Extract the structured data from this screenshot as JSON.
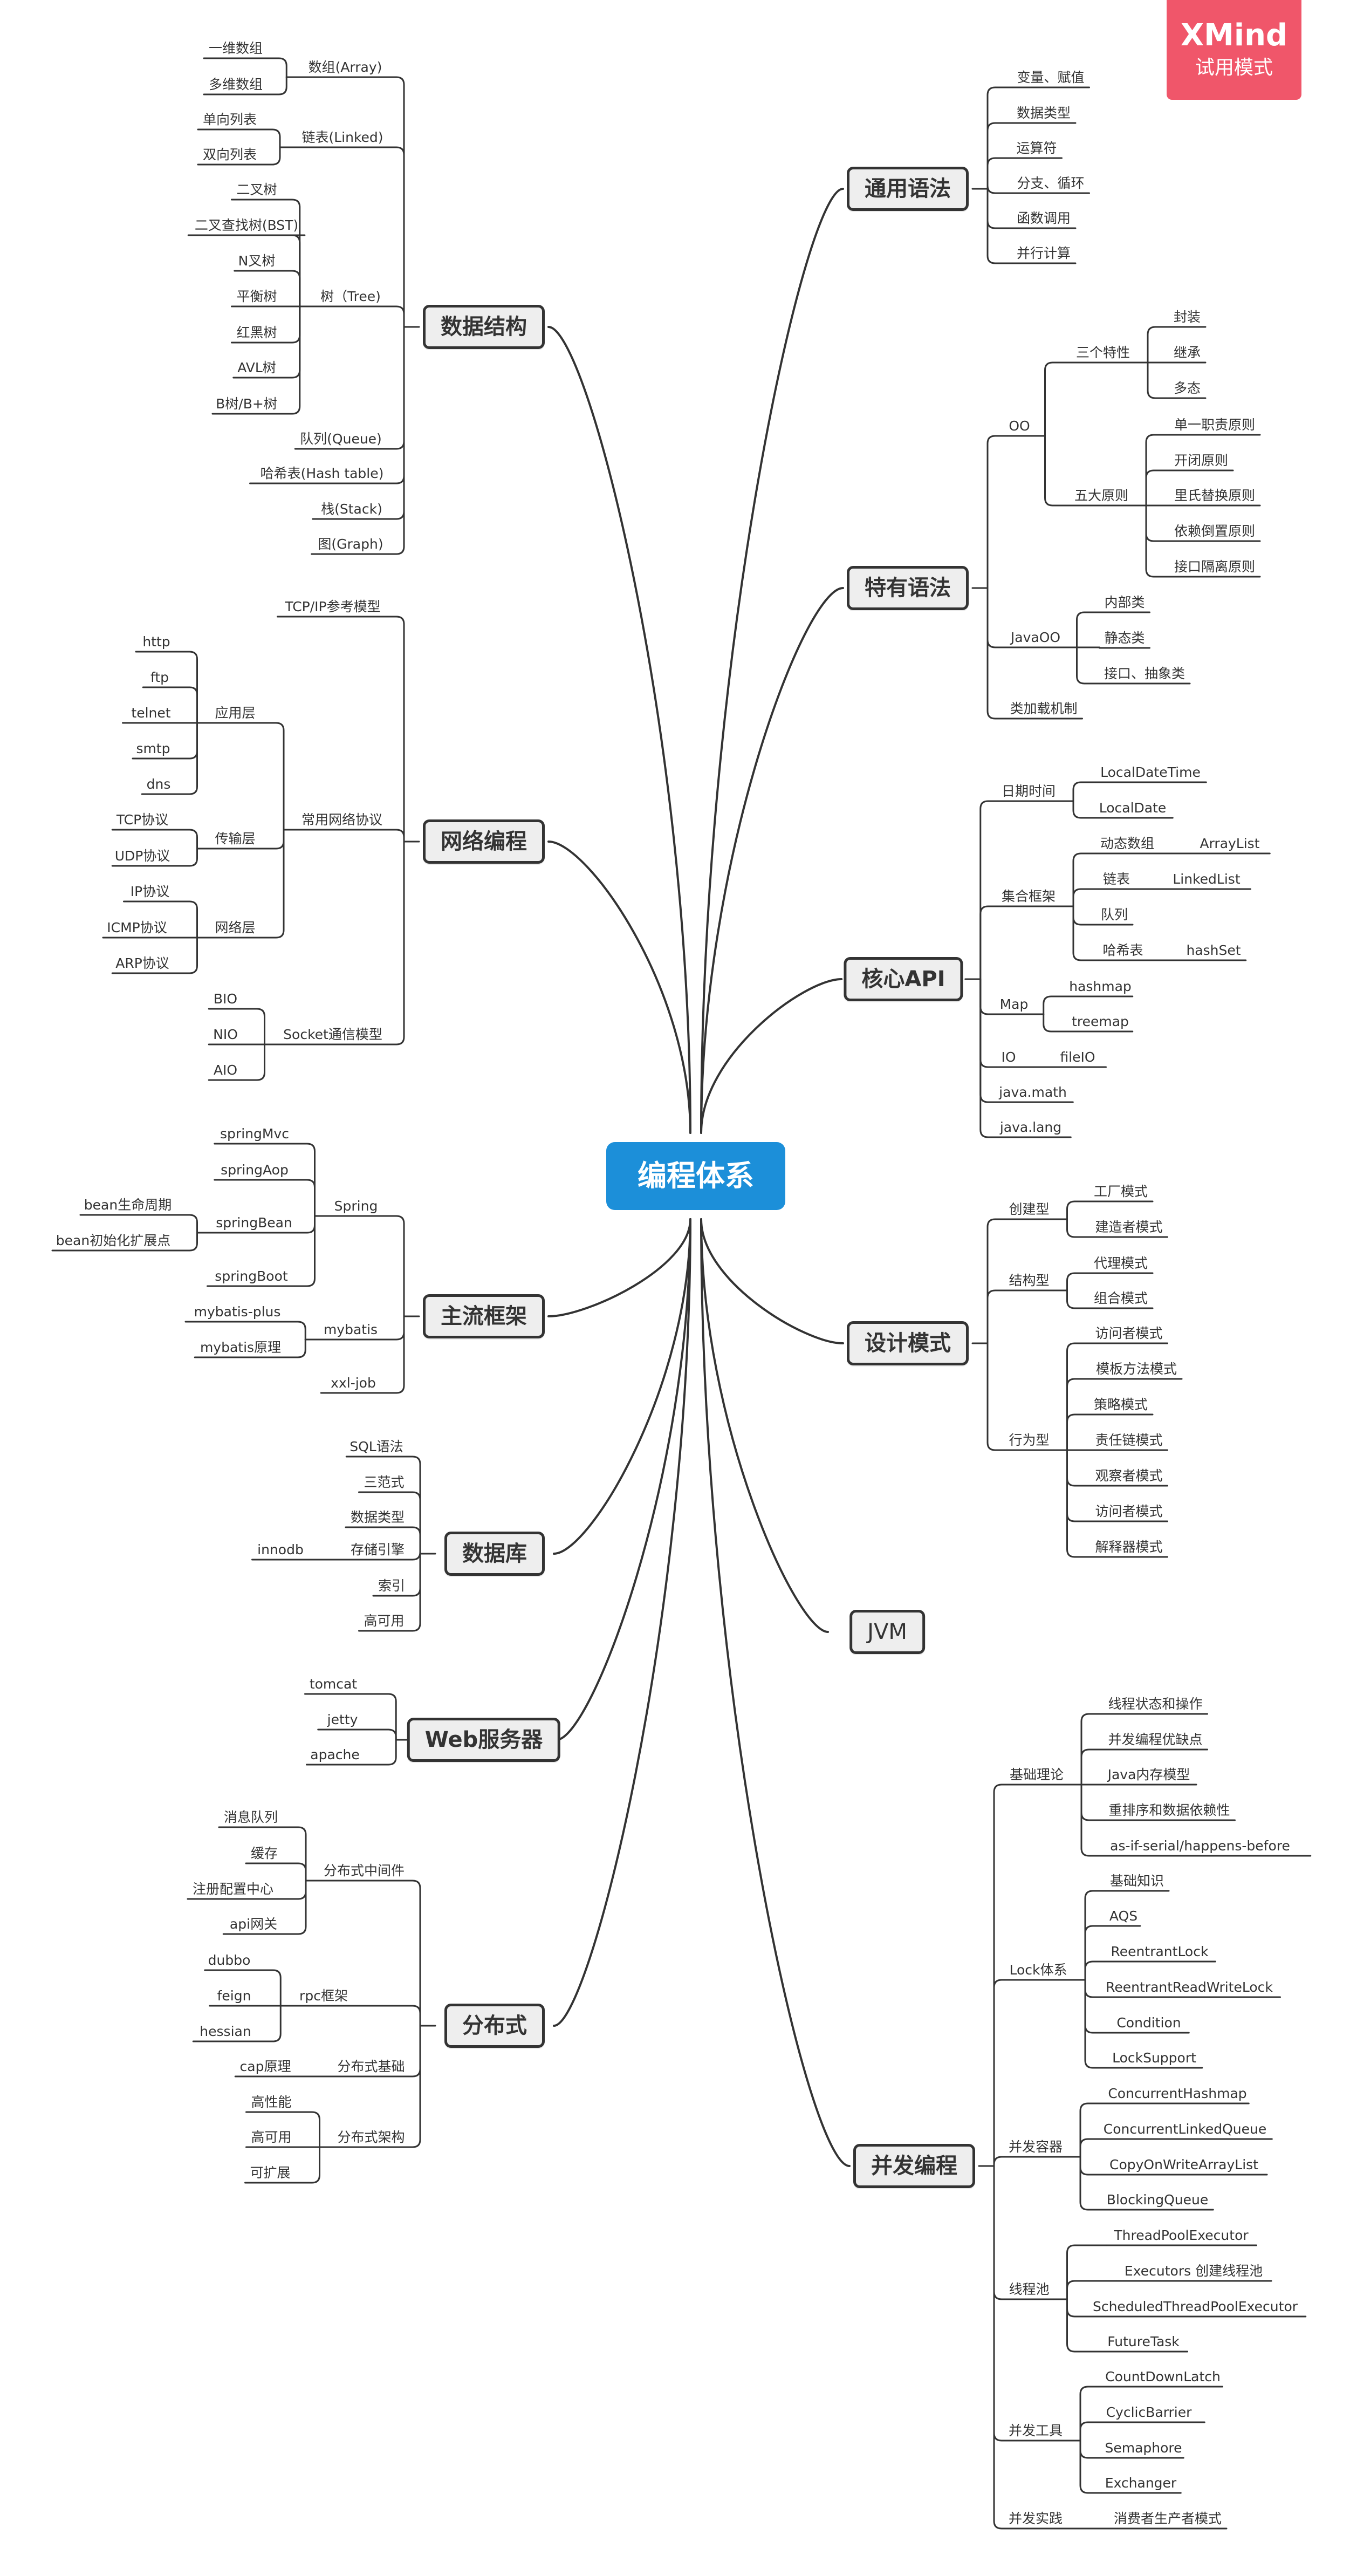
{
  "watermark": {
    "brand": "XMind",
    "mode": "试用模式"
  },
  "root": "编程体系",
  "branches": [
    {
      "label": "数据结构",
      "children": [
        {
          "label": "数组(Array)",
          "children": [
            {
              "label": "一维数组"
            },
            {
              "label": "多维数组"
            }
          ]
        },
        {
          "label": "链表(Linked)",
          "children": [
            {
              "label": "单向列表"
            },
            {
              "label": "双向列表"
            }
          ]
        },
        {
          "label": "树（Tree)",
          "children": [
            {
              "label": "二叉树"
            },
            {
              "label": "二叉查找树(BST)"
            },
            {
              "label": "N叉树"
            },
            {
              "label": "平衡树"
            },
            {
              "label": "红黑树"
            },
            {
              "label": "AVL树"
            },
            {
              "label": "B树/B+树"
            }
          ]
        },
        {
          "label": "队列(Queue)"
        },
        {
          "label": "哈希表(Hash table)"
        },
        {
          "label": "栈(Stack)"
        },
        {
          "label": "图(Graph)"
        }
      ]
    },
    {
      "label": "网络编程",
      "children": [
        {
          "label": "TCP/IP参考模型"
        },
        {
          "label": "常用网络协议",
          "children": [
            {
              "label": "应用层",
              "children": [
                {
                  "label": "http"
                },
                {
                  "label": "ftp"
                },
                {
                  "label": "telnet"
                },
                {
                  "label": "smtp"
                },
                {
                  "label": "dns"
                }
              ]
            },
            {
              "label": "传输层",
              "children": [
                {
                  "label": "TCP协议"
                },
                {
                  "label": "UDP协议"
                }
              ]
            },
            {
              "label": "网络层",
              "children": [
                {
                  "label": "IP协议"
                },
                {
                  "label": "ICMP协议"
                },
                {
                  "label": "ARP协议"
                }
              ]
            }
          ]
        },
        {
          "label": "Socket通信模型",
          "children": [
            {
              "label": "BIO"
            },
            {
              "label": "NIO"
            },
            {
              "label": "AIO"
            }
          ]
        }
      ]
    },
    {
      "label": "主流框架",
      "children": [
        {
          "label": "Spring",
          "children": [
            {
              "label": "springMvc"
            },
            {
              "label": "springAop"
            },
            {
              "label": "springBean",
              "children": [
                {
                  "label": "bean生命周期"
                },
                {
                  "label": "bean初始化扩展点"
                }
              ]
            },
            {
              "label": "springBoot"
            }
          ]
        },
        {
          "label": "mybatis",
          "children": [
            {
              "label": "mybatis-plus"
            },
            {
              "label": "mybatis原理"
            }
          ]
        },
        {
          "label": "xxl-job"
        }
      ]
    },
    {
      "label": "数据库",
      "children": [
        {
          "label": "SQL语法"
        },
        {
          "label": "三范式"
        },
        {
          "label": "数据类型"
        },
        {
          "label": "存储引擎",
          "children": [
            {
              "label": "innodb"
            }
          ]
        },
        {
          "label": "索引"
        },
        {
          "label": "高可用"
        }
      ]
    },
    {
      "label": "Web服务器",
      "children": [
        {
          "label": "tomcat"
        },
        {
          "label": "jetty"
        },
        {
          "label": "apache"
        }
      ]
    },
    {
      "label": "分布式",
      "children": [
        {
          "label": "分布式中间件",
          "children": [
            {
              "label": "消息队列"
            },
            {
              "label": "缓存"
            },
            {
              "label": "注册配置中心"
            },
            {
              "label": "api网关"
            }
          ]
        },
        {
          "label": "rpc框架",
          "children": [
            {
              "label": "dubbo"
            },
            {
              "label": "feign"
            },
            {
              "label": "hessian"
            }
          ]
        },
        {
          "label": "分布式基础",
          "children": [
            {
              "label": "cap原理"
            }
          ]
        },
        {
          "label": "分布式架构",
          "children": [
            {
              "label": "高性能"
            },
            {
              "label": "高可用"
            },
            {
              "label": "可扩展"
            }
          ]
        }
      ]
    },
    {
      "label": "通用语法",
      "children": [
        {
          "label": "变量、赋值"
        },
        {
          "label": "数据类型"
        },
        {
          "label": "运算符"
        },
        {
          "label": "分支、循环"
        },
        {
          "label": "函数调用"
        },
        {
          "label": "并行计算"
        }
      ]
    },
    {
      "label": "特有语法",
      "children": [
        {
          "label": "OO",
          "children": [
            {
              "label": "三个特性",
              "children": [
                {
                  "label": "封装"
                },
                {
                  "label": "继承"
                },
                {
                  "label": "多态"
                }
              ]
            },
            {
              "label": "五大原则",
              "children": [
                {
                  "label": "单一职责原则"
                },
                {
                  "label": "开闭原则"
                },
                {
                  "label": "里氏替换原则"
                },
                {
                  "label": "依赖倒置原则"
                },
                {
                  "label": "接口隔离原则"
                }
              ]
            }
          ]
        },
        {
          "label": "JavaOO",
          "children": [
            {
              "label": "内部类"
            },
            {
              "label": "静态类"
            },
            {
              "label": "接口、抽象类"
            }
          ]
        },
        {
          "label": "类加载机制"
        }
      ]
    },
    {
      "label": "核心API",
      "children": [
        {
          "label": "日期时间",
          "children": [
            {
              "label": "LocalDateTime"
            },
            {
              "label": "LocalDate"
            }
          ]
        },
        {
          "label": "集合框架",
          "children": [
            {
              "label": "动态数组",
              "children": [
                {
                  "label": "ArrayList"
                }
              ]
            },
            {
              "label": "链表",
              "children": [
                {
                  "label": "LinkedList"
                }
              ]
            },
            {
              "label": "队列"
            },
            {
              "label": "哈希表",
              "children": [
                {
                  "label": "hashSet"
                }
              ]
            }
          ]
        },
        {
          "label": "Map",
          "children": [
            {
              "label": "hashmap"
            },
            {
              "label": "treemap"
            }
          ]
        },
        {
          "label": "IO",
          "children": [
            {
              "label": "fileIO"
            }
          ]
        },
        {
          "label": "java.math"
        },
        {
          "label": "java.lang"
        }
      ]
    },
    {
      "label": "设计模式",
      "children": [
        {
          "label": "创建型",
          "children": [
            {
              "label": "工厂模式"
            },
            {
              "label": "建造者模式"
            }
          ]
        },
        {
          "label": "结构型",
          "children": [
            {
              "label": "代理模式"
            },
            {
              "label": "组合模式"
            }
          ]
        },
        {
          "label": "行为型",
          "children": [
            {
              "label": "访问者模式"
            },
            {
              "label": "模板方法模式"
            },
            {
              "label": "策略模式"
            },
            {
              "label": "责任链模式"
            },
            {
              "label": "观察者模式"
            },
            {
              "label": "访问者模式"
            },
            {
              "label": "解释器模式"
            }
          ]
        }
      ]
    },
    {
      "label": "JVM"
    },
    {
      "label": "并发编程",
      "children": [
        {
          "label": "基础理论",
          "children": [
            {
              "label": "线程状态和操作"
            },
            {
              "label": "并发编程优缺点"
            },
            {
              "label": "Java内存模型"
            },
            {
              "label": "重排序和数据依赖性"
            },
            {
              "label": "as-if-serial/happens-before"
            }
          ]
        },
        {
          "label": "Lock体系",
          "children": [
            {
              "label": "基础知识"
            },
            {
              "label": "AQS"
            },
            {
              "label": "ReentrantLock"
            },
            {
              "label": "ReentrantReadWriteLock"
            },
            {
              "label": "Condition"
            },
            {
              "label": "LockSupport"
            }
          ]
        },
        {
          "label": "并发容器",
          "children": [
            {
              "label": "ConcurrentHashmap"
            },
            {
              "label": "ConcurrentLinkedQueue"
            },
            {
              "label": "CopyOnWriteArrayList"
            },
            {
              "label": "BlockingQueue"
            }
          ]
        },
        {
          "label": "线程池",
          "children": [
            {
              "label": "ThreadPoolExecutor"
            },
            {
              "label": "Executors 创建线程池"
            },
            {
              "label": "ScheduledThreadPoolExecutor"
            },
            {
              "label": "FutureTask"
            }
          ]
        },
        {
          "label": "并发工具",
          "children": [
            {
              "label": "CountDownLatch"
            },
            {
              "label": "CyclicBarrier"
            },
            {
              "label": "Semaphore"
            },
            {
              "label": "Exchanger"
            }
          ]
        },
        {
          "label": "并发实践",
          "children": [
            {
              "label": "消费者生产者模式"
            }
          ]
        }
      ]
    }
  ]
}
